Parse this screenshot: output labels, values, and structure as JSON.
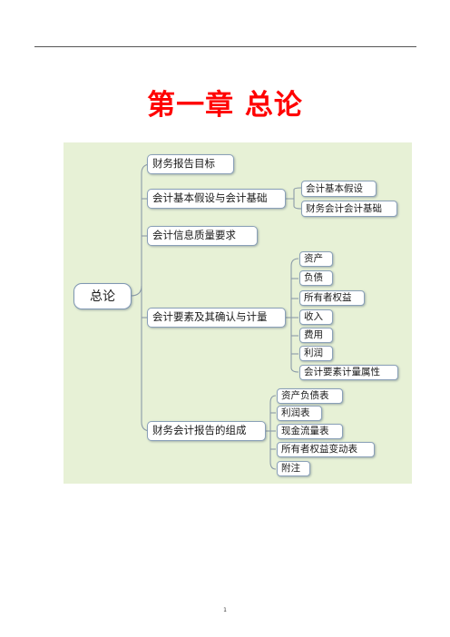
{
  "chapter_title": "第一章  总论",
  "page_number": "1",
  "mindmap": {
    "root": "总论",
    "branches": [
      {
        "label": "财务报告目标",
        "children": []
      },
      {
        "label": "会计基本假设与会计基础",
        "children": [
          "会计基本假设",
          "财务会计会计基础"
        ]
      },
      {
        "label": "会计信息质量要求",
        "children": []
      },
      {
        "label": "会计要素及其确认与计量",
        "children": [
          "资产",
          "负债",
          "所有者权益",
          "收入",
          "费用",
          "利润",
          "会计要素计量属性"
        ]
      },
      {
        "label": "财务会计报告的组成",
        "children": [
          "资产负债表",
          "利润表",
          "现金流量表",
          "所有者权益变动表",
          "附注"
        ]
      }
    ]
  }
}
